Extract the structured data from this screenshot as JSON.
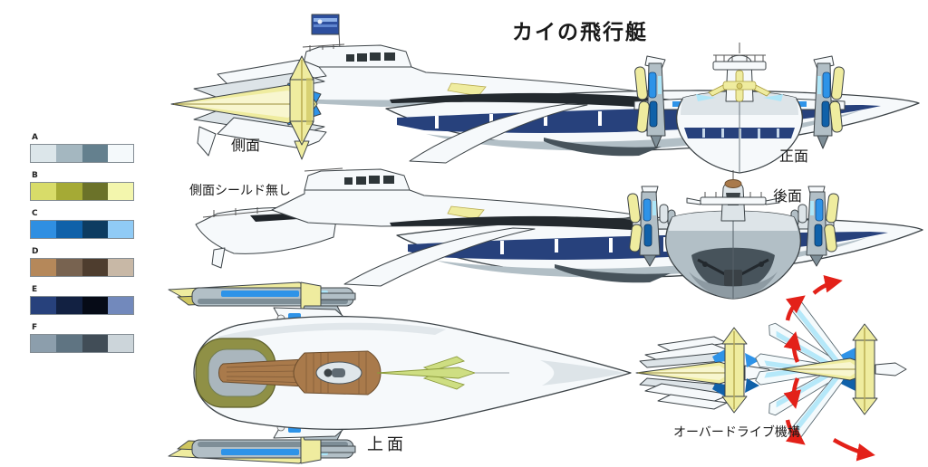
{
  "title": "カイの飛行艇",
  "palette": {
    "rows": [
      {
        "label": "A",
        "colors": [
          "#dce6ea",
          "#a4b7c0",
          "#64808e",
          "#f4f9fb"
        ]
      },
      {
        "label": "B",
        "colors": [
          "#d8dc69",
          "#a5aa35",
          "#6b7229",
          "#f3f6ad"
        ]
      },
      {
        "label": "C",
        "colors": [
          "#2f8fe2",
          "#1061a9",
          "#0d3c61",
          "#90cbf6"
        ]
      },
      {
        "label": "D",
        "colors": [
          "#b5885a",
          "#786350",
          "#4e3d2e",
          "#c8b8a6"
        ]
      },
      {
        "label": "E",
        "colors": [
          "#27417c",
          "#122142",
          "#060b17",
          "#7289bc"
        ]
      },
      {
        "label": "F",
        "colors": [
          "#8c9eac",
          "#5f7482",
          "#414d57",
          "#ccd5da"
        ]
      }
    ]
  },
  "views": {
    "side": {
      "label": "側面"
    },
    "side_no_shield": {
      "label": "側面シールド無し"
    },
    "front": {
      "label": "正面"
    },
    "rear": {
      "label": "後面"
    },
    "top": {
      "label": "上面"
    },
    "overdrive": {
      "label": "オーバードライブ機構"
    }
  },
  "colors": {
    "hull_white": "#f6f9fb",
    "hull_light": "#dde4e8",
    "hull_mid": "#b2bfc6",
    "hull_dark": "#7e8e97",
    "hull_deep": "#47535b",
    "window_navy": "#27417c",
    "accent_blue": "#2e93e8",
    "accent_blue_dark": "#1061a9",
    "energy_cyan": "#aee6f8",
    "trim_yellow": "#efec9f",
    "trim_yellow_dark": "#cfc660",
    "deck_olive": "#8f9046",
    "deck_wood": "#a97a4b",
    "deck_wood_dark": "#7c5836",
    "arrow_red": "#e32119",
    "flag_blue": "#2d4f9e",
    "outline": "#3c4347"
  }
}
